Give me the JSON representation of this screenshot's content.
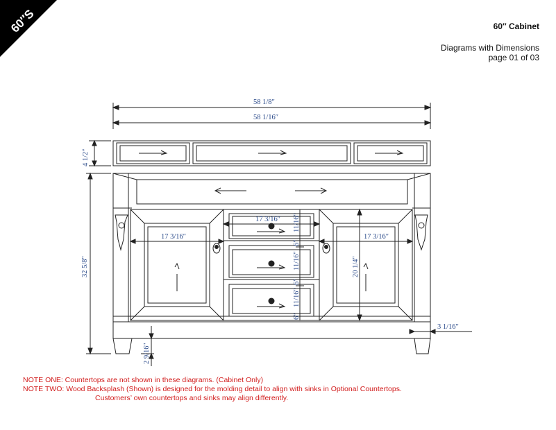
{
  "banner": {
    "text": "60″S",
    "color": "#000000",
    "text_color": "#ffffff"
  },
  "header": {
    "title": "60″ Cabinet",
    "subtitle": "Diagrams with Dimensions",
    "page": "page 01 of 03"
  },
  "dimensions": {
    "overall_top": "58  1/8″",
    "overall_inner": "58  1/16″",
    "backsplash_height": "4  1/2″",
    "cabinet_height": "32  5/8″",
    "left_door_width": "17  3/16″",
    "right_door_width": "17  3/16″",
    "drawer_width": "17  3/16″",
    "drawer_height_top": "11/16″",
    "drawer_gap_1": "6″",
    "drawer_height_mid": "11/16″",
    "drawer_gap_2": "6″",
    "drawer_height_bottom": "11/16″",
    "drawer_gap_3": "6″",
    "door_height": "20  1/4″",
    "leg_height": "2  9/16″",
    "side_depth": "3  1/16″"
  },
  "notes": {
    "line1": "NOTE ONE:  Countertops are not shown in these diagrams. (Cabinet Only)",
    "line2": "NOTE TWO: Wood Backsplash (Shown) is designed for the molding detail to align with sinks in Optional Countertops.",
    "line3": "Customers’ own countertops and sinks may align differently."
  },
  "colors": {
    "line": "#222222",
    "dimension_text": "#2a4a8a",
    "note": "#d21e1e"
  }
}
